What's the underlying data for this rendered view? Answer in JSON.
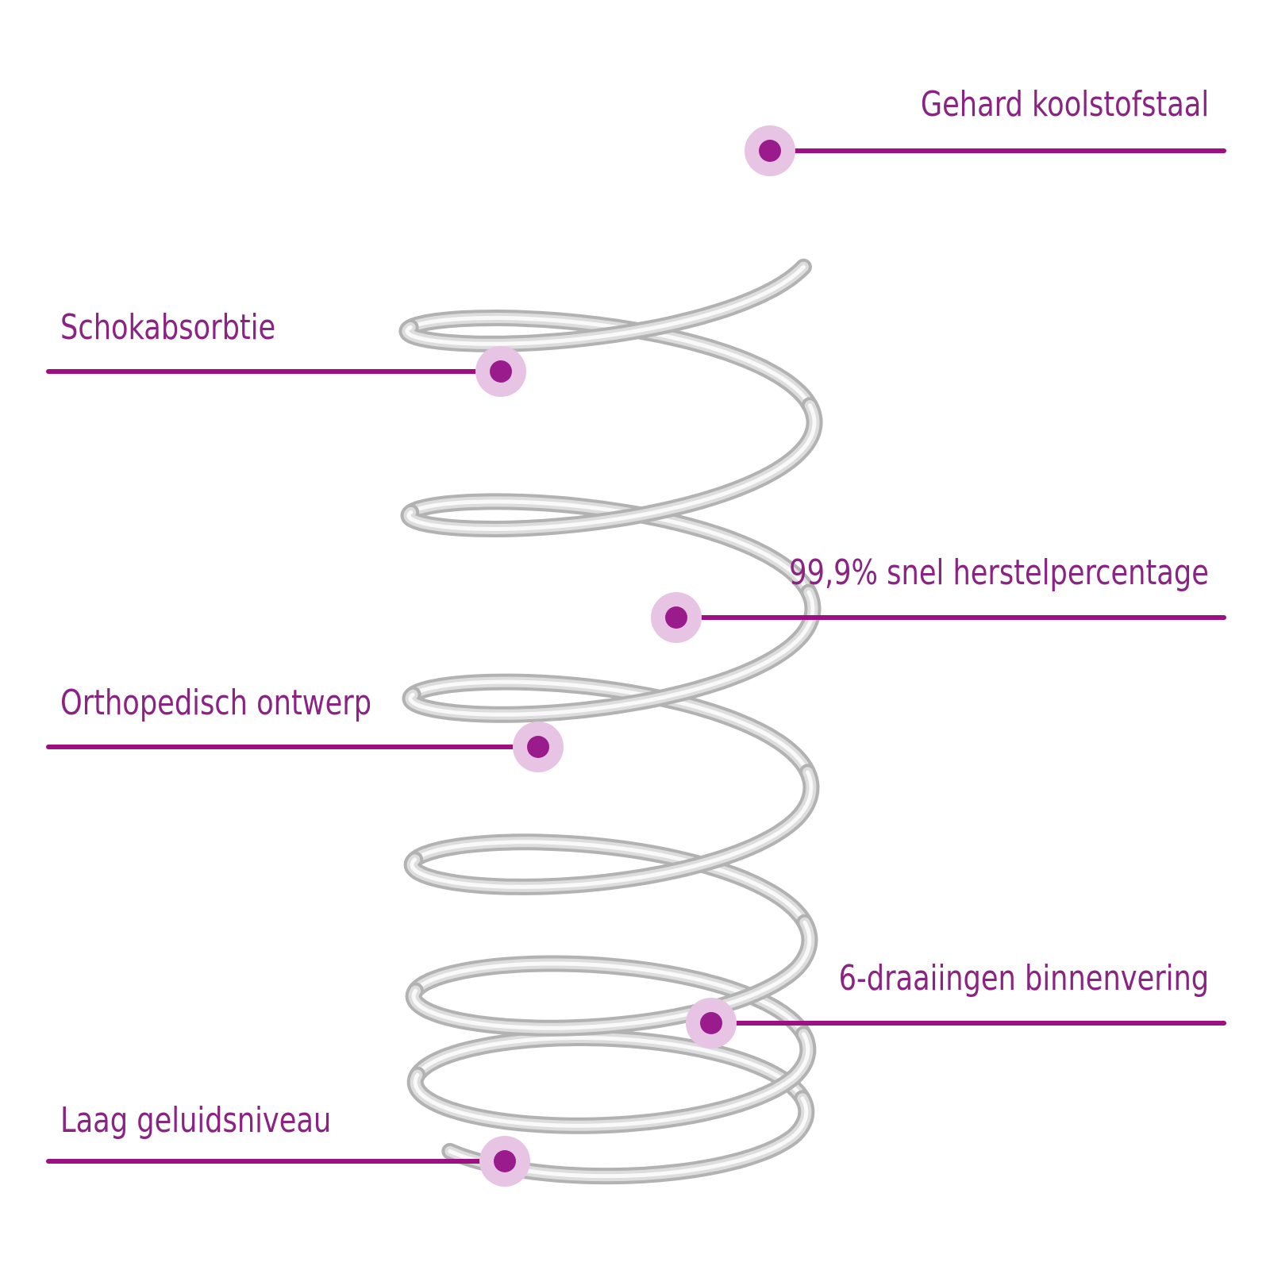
{
  "colors": {
    "label_text": "#8b2383",
    "line": "#9c1082",
    "dot_core": "#9a1b8c",
    "dot_halo": "#e7c4e3",
    "spring_base": "#b2b2b2",
    "spring_mid": "#dddddd",
    "spring_highlight": "#f9f9f9",
    "bg": "#ffffff"
  },
  "callouts": [
    {
      "label": "Gehard koolstofstaal",
      "side": "right"
    },
    {
      "label": "Schokabsorbtie",
      "side": "left"
    },
    {
      "label": "99,9% snel herstelpercentage",
      "side": "right"
    },
    {
      "label": "Orthopedisch ontwerp",
      "side": "left"
    },
    {
      "label": "6-draaiingen binnenvering",
      "side": "right"
    },
    {
      "label": "Laag geluidsniveau",
      "side": "left"
    }
  ]
}
